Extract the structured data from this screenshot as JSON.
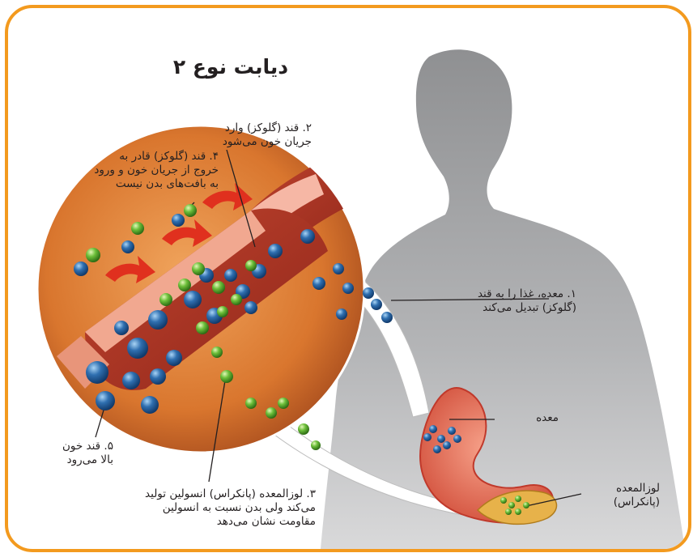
{
  "title": "دیابت نوع ۲",
  "labels": {
    "step1": [
      "۱. معده، غذا را به قند",
      "(گلوکز) تبدیل می‌کند"
    ],
    "step2": [
      "۲. قند (گلوکز) وارد",
      "جریان خون می‌شود"
    ],
    "step3": [
      "۳. لوزالمعده (پانکراس) انسولین تولید",
      "می‌کند ولی بدن نسبت به انسولین",
      "مقاومت نشان می‌دهد"
    ],
    "step4": [
      "۴. قند (گلوکز) قادر به",
      "خروج از جریان خون و ورود",
      "به بافت‌های بدن نیست"
    ],
    "step5": [
      "۵. قند خون",
      "بالا می‌رود"
    ],
    "stomach": "معده",
    "pancreas": [
      "لوزالمعده",
      "(پانکراس)"
    ]
  },
  "colors": {
    "border": "#f39a1e",
    "silhouette": "#a9aaac",
    "vessel": "#c0392b",
    "glucose": "#2f6fb0",
    "insulin": "#6cbf3a",
    "arrow_red": "#e0301e"
  }
}
